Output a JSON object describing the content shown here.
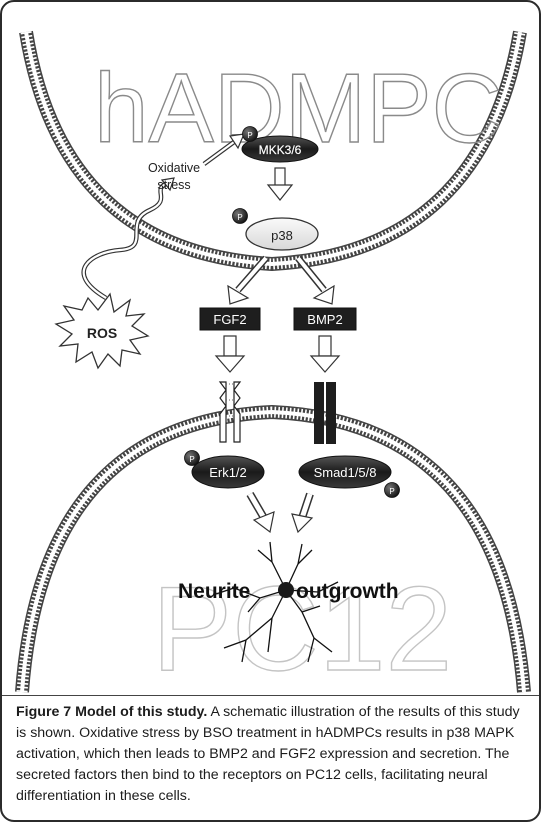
{
  "labels": {
    "cell_top": "hADMPC",
    "cell_bottom": "PC12",
    "kinase_1": "MKK3/6",
    "kinase_2": "p38",
    "stimulus": "ROS",
    "stress_line1": "Oxidative",
    "stress_line2": "stress",
    "factor_1": "FGF2",
    "factor_2": "BMP2",
    "effector_1": "Erk1/2",
    "effector_2": "Smad1/5/8",
    "phospho": "P",
    "outcome_1": "Neurite",
    "outcome_2": "outgrowth"
  },
  "caption": {
    "figure": "Figure 7",
    "title": "Model of this study.",
    "text": "A schematic illustration of the results of this study is shown. Oxidative stress by BSO treatment in hADMPCs results in p38 MAPK activation, which then leads to BMP2 and FGF2 expression and secretion. The secreted factors then bind to the receptors on PC12 cells, facilitating neural differentiation in these cells."
  }
}
